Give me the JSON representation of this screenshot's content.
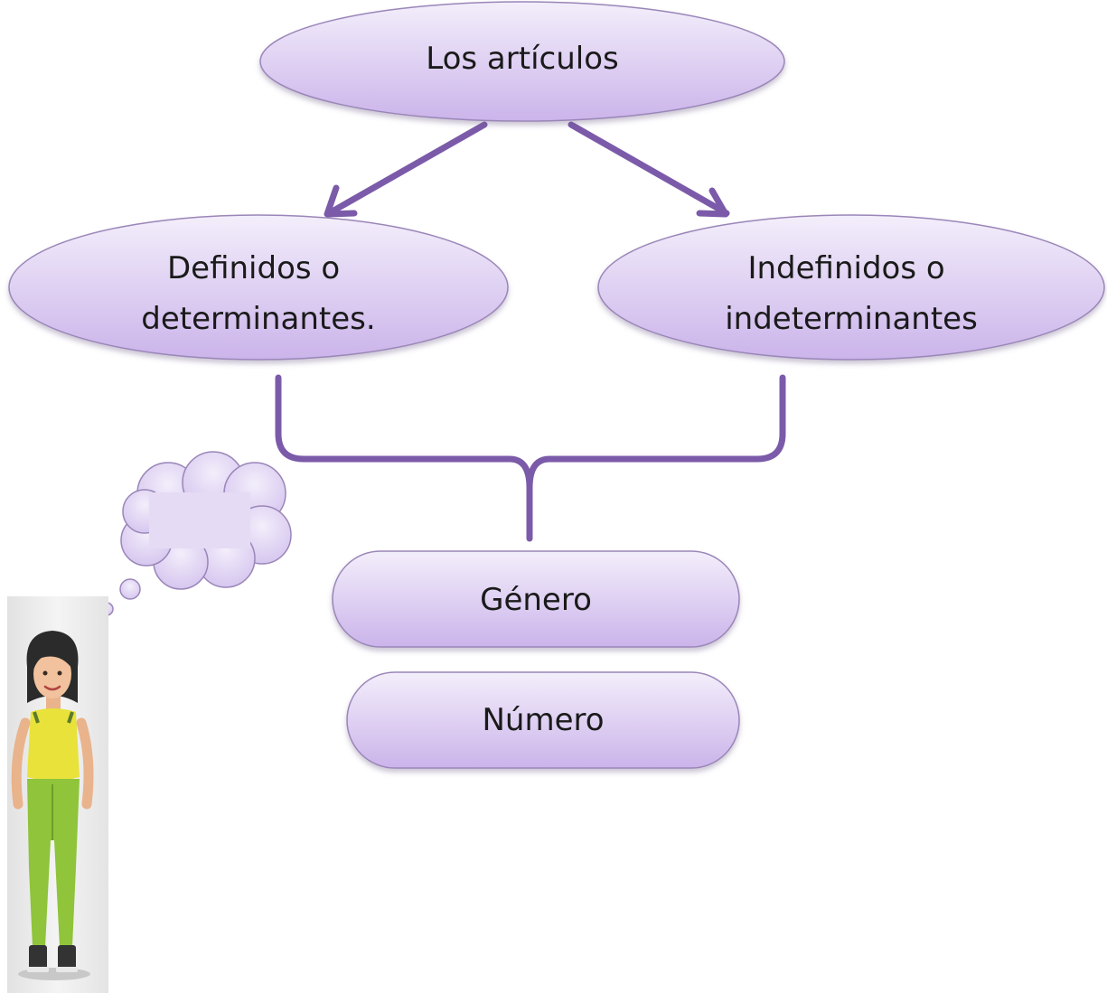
{
  "diagram": {
    "root": {
      "label": "Los artículos"
    },
    "branches": [
      {
        "lines": [
          "Definidos o",
          "determinantes."
        ]
      },
      {
        "lines": [
          "Indefinidos o",
          "indeterminantes"
        ]
      }
    ],
    "features": [
      {
        "label": "Género"
      },
      {
        "label": "Número"
      }
    ]
  },
  "colors": {
    "node_fill_top": "#f3eefb",
    "node_fill_bottom": "#cbb4ea",
    "node_stroke": "#9a86b8",
    "connector": "#7b5ba9"
  },
  "illustration": {
    "figure": "woman-cartoon",
    "thought": "thought-bubble"
  }
}
